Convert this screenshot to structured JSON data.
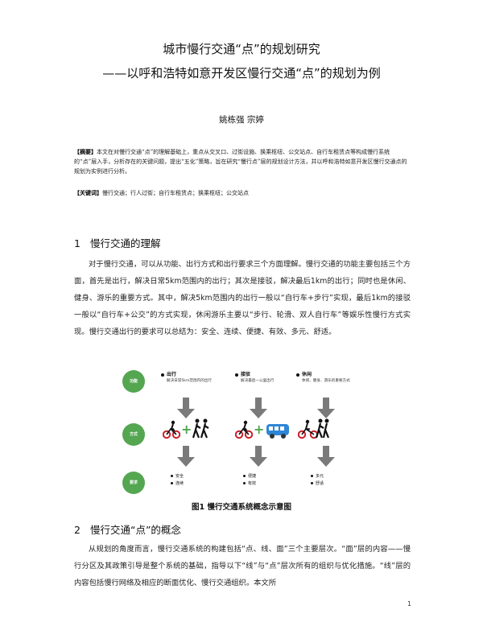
{
  "title_line1": "城市慢行交通“点”的规划研究",
  "title_line2": "——以呼和浩特如意开发区慢行交通“点”的规划为例",
  "authors": "姚栋强  宗婷",
  "abstract": {
    "label": "【摘要】",
    "text": "本文在对慢行交通“点”的理解基础上，重点从交叉口、过街设施、换乘枢纽、公交站点、自行车租赁点等构成慢行系统的“点”层入手，分析存在的关键问题，提出“五化”策略，旨在研究“慢行点”层的规划设计方法，并以呼和浩特如意开发区慢行交通点的规划为实例进行分析。"
  },
  "keywords": {
    "label": "【关键词】",
    "text": "慢行交通；行人过街；自行车租赁点；换乘枢纽；公交站点"
  },
  "section1": {
    "num": "1",
    "title": "慢行交通的理解",
    "paragraph": "对于慢行交通，可以从功能、出行方式和出行要求三个方面理解。慢行交通的功能主要包括三个方面，首先是出行，解决日常5km范围内的出行；其次是接驳，解决最后1km的出行；同时也是休闲、健身、游乐的重要方式。其中，解决5km范围内的出行一般以“自行车+步行”实现，最后1km的接驳一般以“自行车+公交”的方式实现，休闲游乐主要以“步行、轮滑、双人自行车”等娱乐性慢行方式实现。慢行交通出行的要求可以总结为：安全、连续、便捷、有效、多元、舒适。"
  },
  "figure": {
    "row_labels": [
      "功能",
      "方式",
      "要求"
    ],
    "columns": [
      {
        "label": "出行",
        "sub": "解决日常5km范围内的出行",
        "outcomes": [
          "安全",
          "连续"
        ]
      },
      {
        "label": "接驳",
        "sub": "解决最后一公里出行",
        "outcomes": [
          "便捷",
          "有效"
        ]
      },
      {
        "label": "休闲",
        "sub": "休闲、健身、游乐的重要方式",
        "outcomes": [
          "多元",
          "舒适"
        ]
      }
    ],
    "caption": "图1  慢行交通系统概念示意图"
  },
  "section2": {
    "num": "2",
    "title": "慢行交通“点”的概念",
    "paragraph": "从规划的角度而言，慢行交通系统的构建包括“点、线、面”三个主要层次。“面”层的内容——慢行分区及其政策引导是整个系统的基础，指导以下“线”与“点”层次所有的组织与优化措施。“线”层的内容包括慢行网络及相应的断面优化、慢行交通组织。本文所"
  },
  "page_number": "1",
  "colors": {
    "green": "#54a651",
    "gray": "#7a7a7a",
    "bike_red": "#c9202a",
    "bus_blue": "#2f86d6"
  }
}
